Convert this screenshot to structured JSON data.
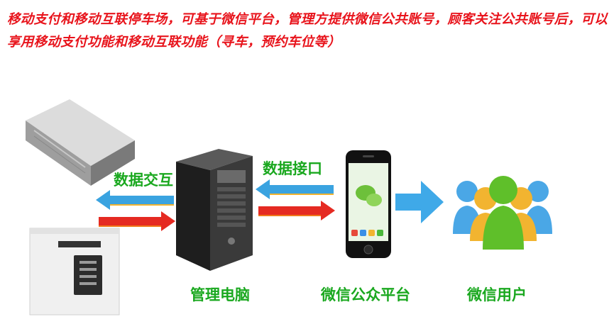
{
  "intro_text": "移动支付和移动互联停车场，可基于微信平台，管理方提供微信公共账号，顾客关注公共账号后，可以享用移动支付功能和移动互联功能（寻车，预约车位等）",
  "labels": {
    "data_exchange": "数据交互",
    "data_interface": "数据接口",
    "management_pc": "管理电脑",
    "wechat_platform": "微信公众平台",
    "wechat_users": "微信用户"
  },
  "colors": {
    "intro_red": "#e8141c",
    "label_green": "#1aa81f",
    "arrow_blue": "#3aa3e0",
    "arrow_red": "#e52a22",
    "user_green": "#5fbf2a",
    "user_blue": "#4aa7e6"
  }
}
